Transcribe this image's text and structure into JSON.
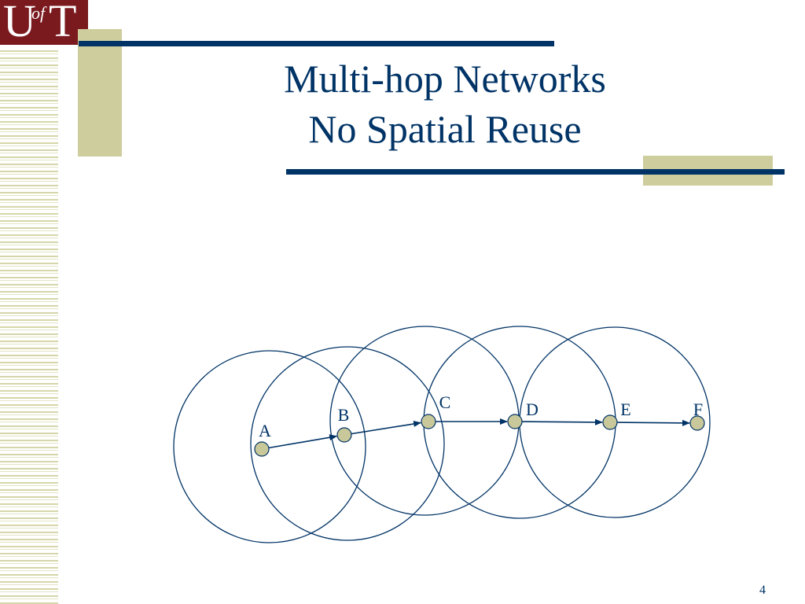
{
  "slide": {
    "logo": {
      "u": "U",
      "of": "of",
      "t": "T"
    },
    "title_line1": "Multi-hop Networks",
    "title_line2": "No Spatial Reuse",
    "page_number": "4"
  },
  "colors": {
    "navy": "#003366",
    "tan": "#cdcd9d",
    "node_fill": "#c8c89a",
    "logo_bg": "#7a1a1f"
  },
  "diagram": {
    "nodes": [
      {
        "id": "A",
        "label": "A"
      },
      {
        "id": "B",
        "label": "B"
      },
      {
        "id": "C",
        "label": "C"
      },
      {
        "id": "D",
        "label": "D"
      },
      {
        "id": "E",
        "label": "E"
      },
      {
        "id": "F",
        "label": "F"
      }
    ],
    "edges": [
      {
        "from": "A",
        "to": "B"
      },
      {
        "from": "B",
        "to": "C"
      },
      {
        "from": "C",
        "to": "D"
      },
      {
        "from": "D",
        "to": "E"
      },
      {
        "from": "E",
        "to": "F"
      }
    ],
    "ranges_around": [
      "A",
      "B",
      "C",
      "D",
      "E"
    ]
  }
}
